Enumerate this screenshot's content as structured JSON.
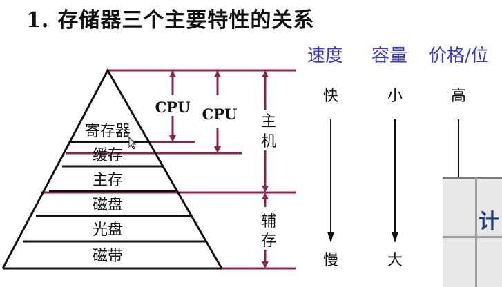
{
  "title": {
    "number": "1.",
    "text": "存储器三个主要特性的关系"
  },
  "pyramid": {
    "levels": [
      "寄存器",
      "缓存",
      "主存",
      "磁盘",
      "光盘",
      "磁带"
    ]
  },
  "cpu_labels": [
    "CPU",
    "CPU"
  ],
  "groups": {
    "main": [
      "主",
      "机"
    ],
    "aux": [
      "辅",
      "存"
    ]
  },
  "columns": [
    {
      "header": "速度",
      "top": "快",
      "bottom": "慢"
    },
    {
      "header": "容量",
      "top": "小",
      "bottom": "大"
    },
    {
      "header": "价格/位",
      "top": "高"
    }
  ],
  "overlay": {
    "char": "计"
  },
  "colors": {
    "line": "#8b2252",
    "header": "#3a3acc",
    "ink": "#111111"
  }
}
